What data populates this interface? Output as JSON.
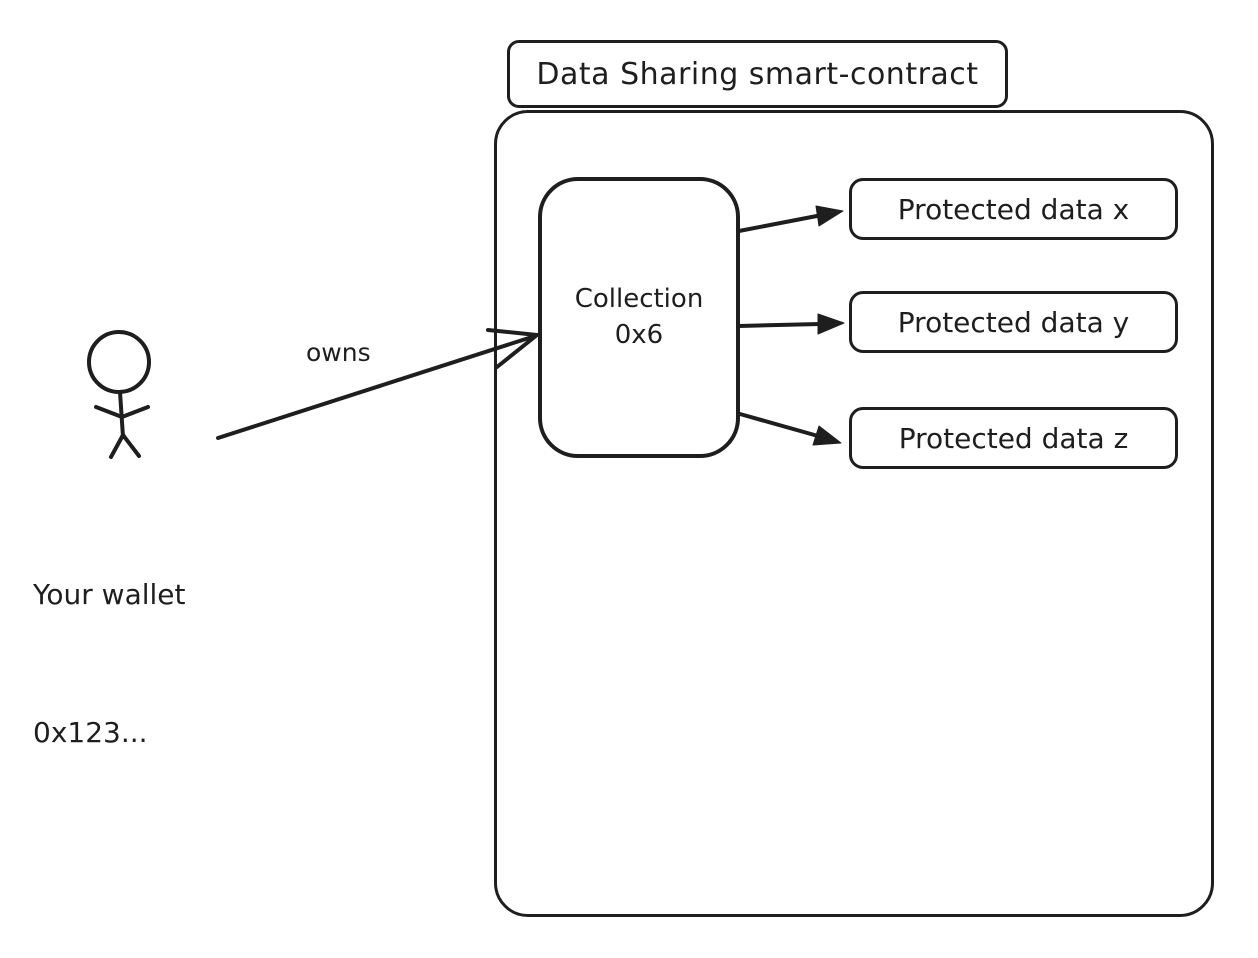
{
  "diagram": {
    "title_box": {
      "label": "Data Sharing smart-contract"
    },
    "collection_node": {
      "name": "Collection",
      "id": "0x6"
    },
    "protected_data_nodes": [
      {
        "label": "Protected data x"
      },
      {
        "label": "Protected data y"
      },
      {
        "label": "Protected data z"
      }
    ],
    "wallet_actor": {
      "line1": "Your wallet",
      "line2": "0x123..."
    },
    "owns_edge": {
      "label": "owns"
    },
    "colors": {
      "stroke": "#1e1e1e",
      "background": "#ffffff"
    }
  }
}
